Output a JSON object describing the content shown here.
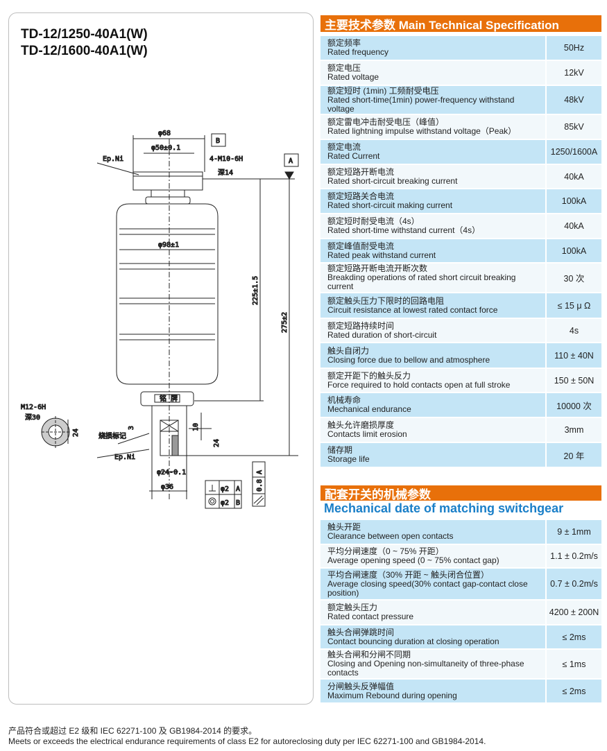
{
  "models": [
    "TD-12/1250-40A1(W)",
    "TD-12/1600-40A1(W)"
  ],
  "drawing": {
    "phi68": "φ68",
    "phi50": "φ50±0.1",
    "datum_b": "B",
    "datum_a": "A",
    "ep_ni": "Ep.Ni",
    "thread_top": "4-M10-6H",
    "depth_top": "深14",
    "phi98": "φ98±1",
    "dim225": "225±1.5",
    "dim275": "275±2",
    "nameplate": "铭 牌",
    "thread_side": "M12-6H",
    "depth_side": "深30",
    "dim24_side": "24",
    "dim3": "3",
    "wear_mark": "烧损标记",
    "dim10": "10",
    "dim24": "24",
    "ep_ni_bottom": "Ep.Ni",
    "phi24": "φ24-0.1",
    "phi36": "φ36",
    "tol1_val": "φ2",
    "tol1_ref": "A",
    "tol2_val": "φ2",
    "tol2_ref": "B",
    "par_val": "0.8",
    "par_ref": "A"
  },
  "spec": {
    "title": "主要技术参数 Main Technical Specification",
    "rows": [
      {
        "cn": "额定频率",
        "en": "Rated frequency",
        "value": "50Hz"
      },
      {
        "cn": "额定电压",
        "en": "Rated voltage",
        "value": "12kV"
      },
      {
        "cn": "额定短时 (1min) 工频耐受电压",
        "en": "Rated short-time(1min) power-frequency withstand voltage",
        "value": "48kV"
      },
      {
        "cn": "额定雷电冲击耐受电压（峰值）",
        "en": "Rated lightning impulse withstand voltage（Peak）",
        "value": "85kV"
      },
      {
        "cn": "额定电流",
        "en": "Rated Current",
        "value": "1250/1600A"
      },
      {
        "cn": "额定短路开断电流",
        "en": "Rated short-circuit breaking current",
        "value": "40kA"
      },
      {
        "cn": "额定短路关合电流",
        "en": "Rated short-circuit making current",
        "value": "100kA"
      },
      {
        "cn": "额定短时耐受电流（4s）",
        "en": "Rated short-time withstand current（4s）",
        "value": "40kA"
      },
      {
        "cn": "额定峰值耐受电流",
        "en": "Rated peak withstand current",
        "value": "100kA"
      },
      {
        "cn": "额定短路开断电流开断次数",
        "en": "Breakding operations of rated short circuit breaking current",
        "value": "30 次"
      },
      {
        "cn": "额定触头压力下限时的回路电阻",
        "en": "Circuit resistance at lowest rated contact force",
        "value": "≤ 15 μ Ω"
      },
      {
        "cn": "额定短路持续时间",
        "en": "Rated duration of short-circuit",
        "value": "4s"
      },
      {
        "cn": "触头自闭力",
        "en": "Closing force due to bellow and atmosphere",
        "value": "110 ± 40N"
      },
      {
        "cn": "额定开距下的触头反力",
        "en": "Force required to hold contacts open at full stroke",
        "value": "150 ± 50N"
      },
      {
        "cn": "机械寿命",
        "en": "Mechanical endurance",
        "value": "10000 次"
      },
      {
        "cn": "触头允许磨损厚度",
        "en": "Contacts limit erosion",
        "value": "3mm"
      },
      {
        "cn": "储存期",
        "en": "Storage life",
        "value": "20 年"
      }
    ]
  },
  "mech": {
    "title_cn": "配套开关的机械参数",
    "title_en": "Mechanical date of matching switchgear",
    "rows": [
      {
        "cn": "触头开距",
        "en": "Clearance between open contacts",
        "value": "9 ± 1mm"
      },
      {
        "cn": "平均分闸速度（0 ~ 75% 开距）",
        "en": "Average opening speed (0 ~ 75% contact gap)",
        "value": "1.1 ± 0.2m/s"
      },
      {
        "cn": "平均合闸速度（30% 开距 ~ 触头闭合位置）",
        "en": "Average closing speed(30% contact gap-contact close position)",
        "value": "0.7 ± 0.2m/s"
      },
      {
        "cn": "额定触头压力",
        "en": "Rated contact pressure",
        "value": "4200 ± 200N"
      },
      {
        "cn": "触头合闸弹跳时间",
        "en": "Contact bouncing duration at closing operation",
        "value": "≤ 2ms"
      },
      {
        "cn": "触头合闸和分闸不同期",
        "en": "Closing and Opening non-simultaneity of three-phase contacts",
        "value": "≤ 1ms"
      },
      {
        "cn": "分闸触头反弹幅值",
        "en": "Maximum Rebound during opening",
        "value": "≤ 2ms"
      }
    ]
  },
  "footer": {
    "cn": "产品符合或超过 E2 级和 IEC 62271-100 及 GB1984-2014 的要求。",
    "en": "Meets or exceeds the electrical endurance requirements of class E2 for autoreclosing duty per IEC 62271-100 and GB1984-2014."
  },
  "colors": {
    "orange": "#e8700a",
    "blue_title": "#1a7fc8",
    "row_blue": "#c4e5f6"
  }
}
